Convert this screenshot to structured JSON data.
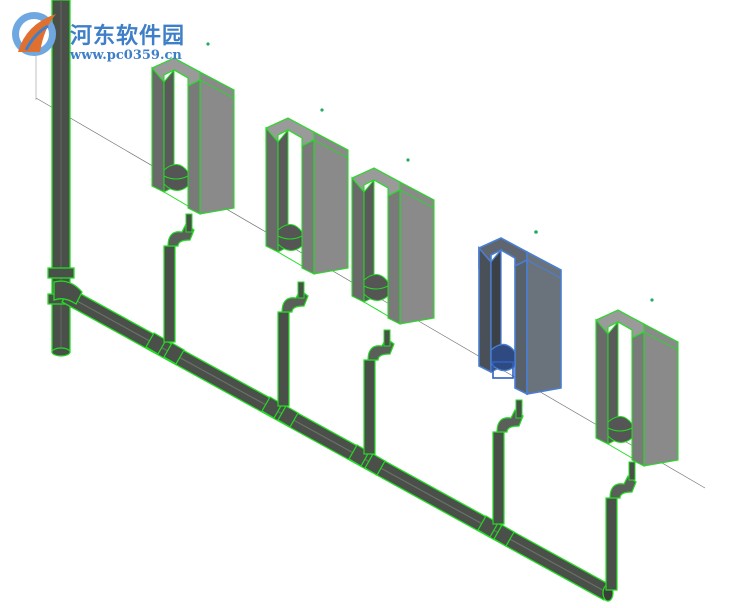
{
  "watermark": {
    "title": "河东软件园",
    "url": "www.pc0359.cn"
  },
  "colors": {
    "background": "#ffffff",
    "pipe_edge": "#22dd22",
    "pipe_fill": "#4a4f4a",
    "fixture_front": "#707070",
    "fixture_side": "#8a8a8a",
    "fixture_top": "#9a9a9a",
    "selected_outline": "#4a7fd0",
    "watermark": "#3f7fc8"
  },
  "scene": {
    "view": "3D isometric",
    "fixtures": [
      {
        "name": "urinal-1",
        "selected": false
      },
      {
        "name": "urinal-2",
        "selected": false
      },
      {
        "name": "urinal-3",
        "selected": false
      },
      {
        "name": "urinal-4",
        "selected": true
      },
      {
        "name": "urinal-5",
        "selected": false
      }
    ]
  }
}
